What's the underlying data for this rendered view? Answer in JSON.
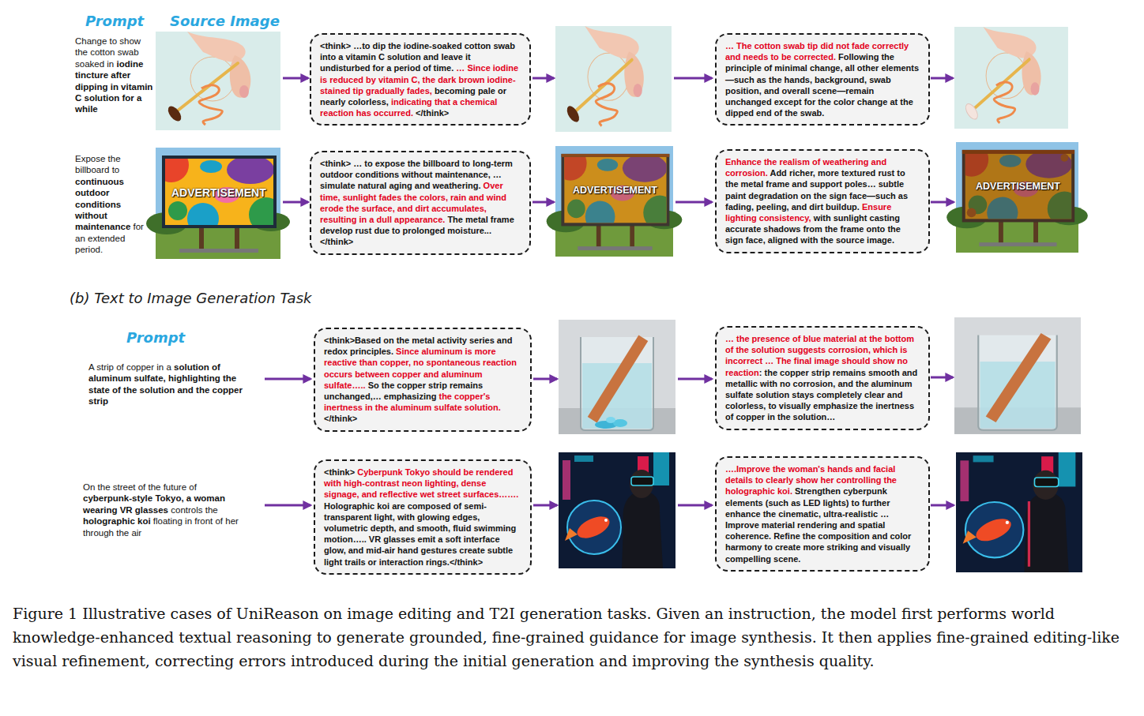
{
  "diagram": {
    "caption": "Figure 1 Illustrative cases of UniReason on image editing and T2I generation tasks. Given an instruction, the model first performs world knowledge-enhanced textual reasoning to generate grounded, fine-grained guidance for image synthesis. It then applies fine-grained editing-like visual refinement, correcting errors introduced during the initial generation and improving the synthesis quality.",
    "nodes": [
      {
        "text": [
          "<think> …to dip the iodine-soaked cotton swab into a vitamin C solution and leave it undisturbed for a period of time.",
          "… Since iodine is reduced by vitamin C, the dark brown iodine-stained tip gradually fades,",
          "becoming pale or nearly colorless,",
          "indicating that a chemical reaction has occurred.",
          "</think>"
        ]
      },
      {
        "text": [
          "… The cotton swab tip did not fade correctly and needs to be corrected.",
          "Following the principle of minimal change, all other elements—such as the hands, background, swab position, and overall scene—remain unchanged except for the color change at the dipped end of the swab."
        ]
      },
      {
        "text": [
          "<think> … to expose the billboard to long-term outdoor conditions without maintenance, … simulate natural aging and weathering.",
          "Over time, sunlight fades the colors, rain and wind erode the surface, and dirt accumulates, resulting in a dull appearance.",
          "The metal frame develop rust due to prolonged moisture...</think>"
        ]
      },
      {
        "text": [
          "Enhance the realism of weathering and corrosion.",
          "Add richer, more textured rust to the metal frame and support poles… subtle paint degradation on the sign face—such as fading, peeling, and dirt buildup.",
          "Ensure lighting consistency,",
          "with sunlight casting accurate shadows from the frame onto the sign face, aligned with the source image."
        ]
      },
      {
        "text": [
          "<think>Based on the metal activity series and redox principles.",
          "Since aluminum is more reactive than copper, no spontaneous reaction occurs between copper and aluminum sulfate…..",
          "So the copper strip remains unchanged,… emphasizing",
          "the copper's inertness in the aluminum sulfate solution.",
          "</think>"
        ]
      },
      {
        "text": [
          "… the presence of blue material at the bottom of the solution suggests corrosion, which is incorrect … The final image should show no reaction",
          ": the copper strip remains smooth and metallic with no corrosion, and the aluminum sulfate solution stays completely clear and colorless, to visually emphasize the inertness of copper in the solution…"
        ]
      },
      {
        "text": [
          "<think>",
          "Cyberpunk Tokyo should be rendered with high-contrast neon lighting, dense signage, and reflective wet street surfaces…….",
          "Holographic koi are composed of semi-transparent light, with glowing edges, volumetric depth, and smooth, fluid swimming motion….. VR glasses emit a soft interface glow, and mid-air hand gestures create subtle light trails or interaction rings.</think>"
        ]
      },
      {
        "text": [
          "….Improve the woman's hands and facial details to clearly show her controlling the holographic koi.",
          "Strengthen cyberpunk elements (such as LED lights) to further enhance the cinematic, ultra-realistic … Improve material rendering and spatial coherence. Refine the composition and color harmony to create more striking and visually compelling scene."
        ]
      }
    ],
    "labels": [
      "Prompt",
      "Source Image",
      "Change to show the cotton swab soaked in",
      "iodine tincture after dipping in vitamin C solution for a while",
      "Expose the billboard to",
      "continuous outdoor conditions without maintenance",
      "for an extended period.",
      "ADVERTISEMENT",
      "ADVERTISEMENT",
      "ADVERTISEMENT",
      "(b) Text to Image Generation Task",
      "Prompt",
      "A strip of copper in a",
      "solution of aluminum sulfate, highlighting the state of the solution and the copper strip",
      "On the street of the future of",
      "cyberpunk-style Tokyo, a woman wearing VR glasses",
      "controls the",
      "holographic koi",
      "floating in front of her through the air"
    ]
  }
}
